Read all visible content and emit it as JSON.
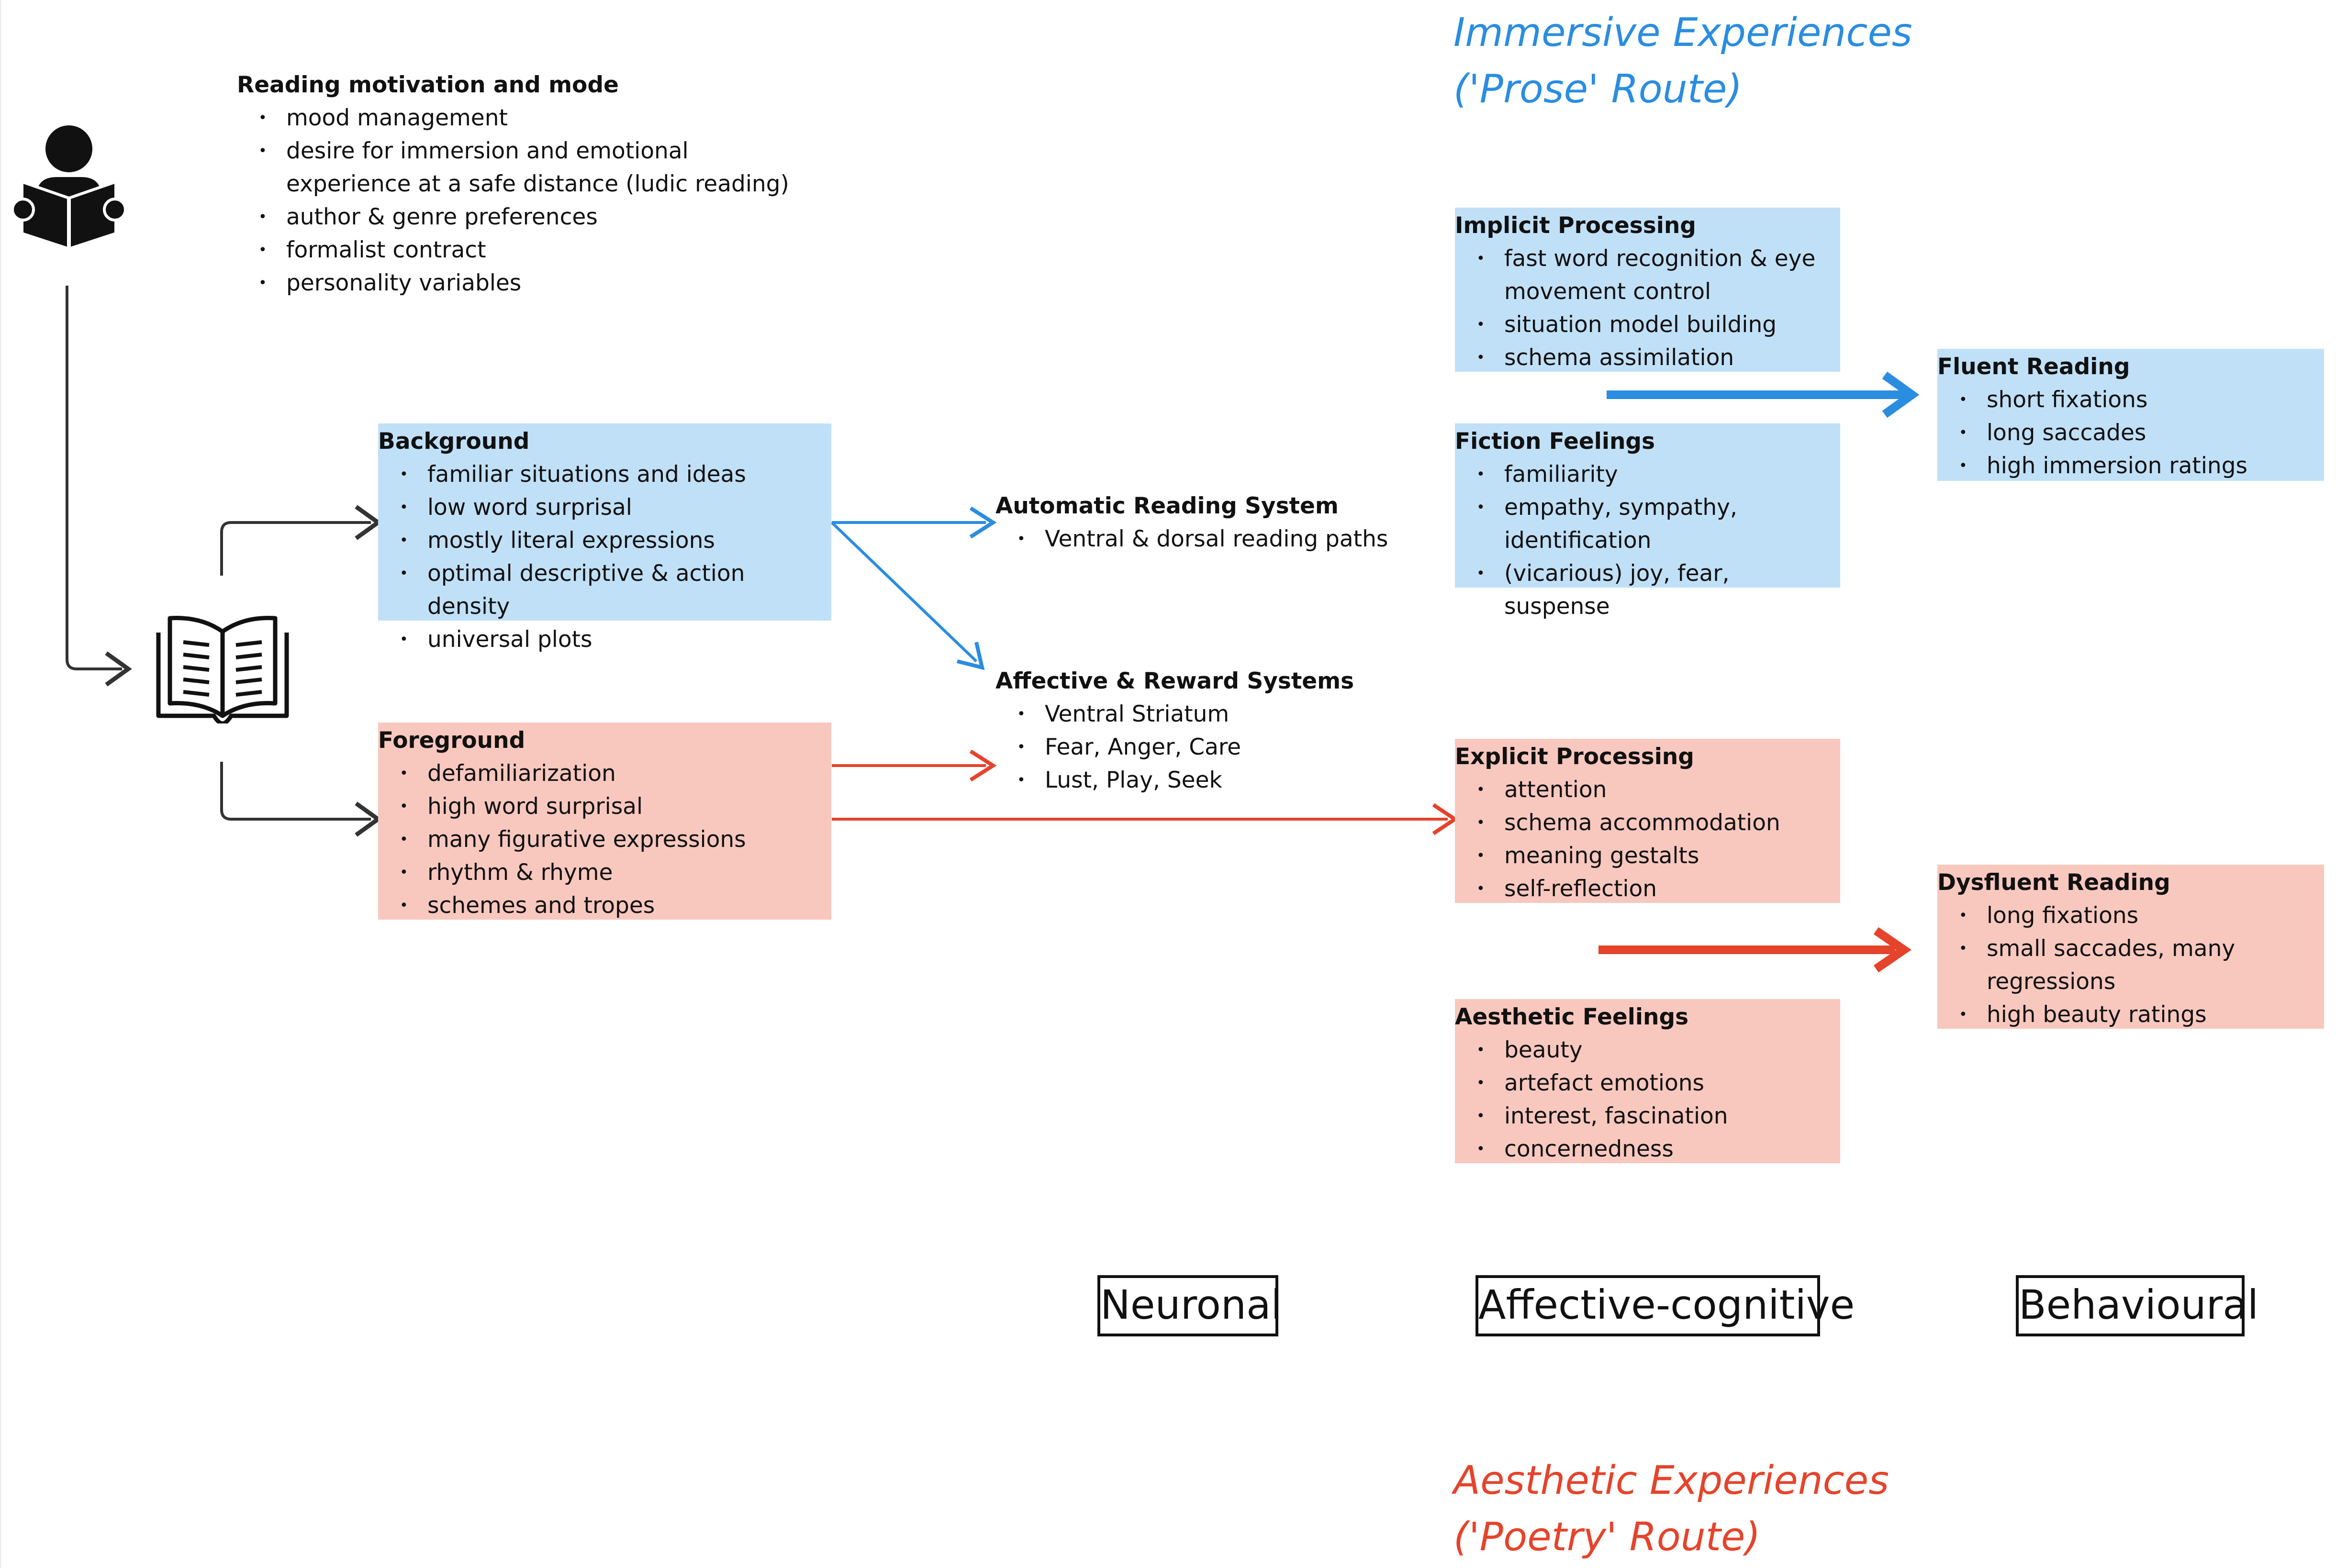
{
  "routes": {
    "immersive_line1": "Immersive Experiences",
    "immersive_line2": "('Prose' Route)",
    "aesthetic_line1": "Aesthetic Experiences",
    "aesthetic_line2": "('Poetry' Route)"
  },
  "reading_motivation": {
    "title": "Reading motivation and mode",
    "items": [
      "mood management",
      "desire for immersion and emotional",
      "experience at a safe distance (ludic reading)",
      "author & genre preferences",
      "formalist contract",
      "personality variables"
    ]
  },
  "background": {
    "title": "Background",
    "items": [
      "familiar situations and ideas",
      "low word surprisal",
      "mostly literal expressions",
      "optimal descriptive & action density",
      "universal plots"
    ]
  },
  "foreground": {
    "title": "Foreground",
    "items": [
      "defamiliarization",
      "high word surprisal",
      "many figurative expressions",
      "rhythm & rhyme",
      "schemes and tropes"
    ]
  },
  "automatic_reading": {
    "title": "Automatic Reading System",
    "items": [
      "Ventral & dorsal reading paths"
    ]
  },
  "affective_reward": {
    "title": "Affective & Reward Systems",
    "items": [
      "Ventral Striatum",
      "Fear, Anger, Care",
      "Lust, Play, Seek"
    ]
  },
  "implicit_processing": {
    "title": "Implicit Processing",
    "items": [
      "fast word recognition & eye",
      "movement control",
      "situation model building",
      "schema assimilation"
    ]
  },
  "fiction_feelings": {
    "title": "Fiction Feelings",
    "items": [
      "familiarity",
      "empathy, sympathy,",
      "identification",
      "(vicarious) joy, fear, suspense"
    ]
  },
  "explicit_processing": {
    "title": "Explicit Processing",
    "items": [
      "attention",
      "schema accommodation",
      "meaning gestalts",
      "self-reflection"
    ]
  },
  "aesthetic_feelings": {
    "title": "Aesthetic Feelings",
    "items": [
      "beauty",
      "artefact emotions",
      "interest, fascination",
      "concernedness"
    ]
  },
  "fluent_reading": {
    "title": "Fluent Reading",
    "items": [
      "short fixations",
      "long saccades",
      "high immersion ratings"
    ]
  },
  "dysfluent_reading": {
    "title": "Dysfluent Reading",
    "items": [
      "long fixations",
      "small saccades, many",
      "regressions",
      "high beauty ratings"
    ]
  },
  "levels": {
    "neuronal": "Neuronal",
    "affective_cognitive": "Affective-cognitive",
    "behavioural": "Behavioural"
  },
  "icons": {
    "reader": "person-reading-icon",
    "book": "open-book-icon"
  },
  "colors": {
    "blue_box": "#c0e0f7",
    "red_box": "#f8c7bd",
    "blue_accent": "#2b8de0",
    "red_accent": "#e5432b",
    "dark_arrow": "#333333"
  }
}
